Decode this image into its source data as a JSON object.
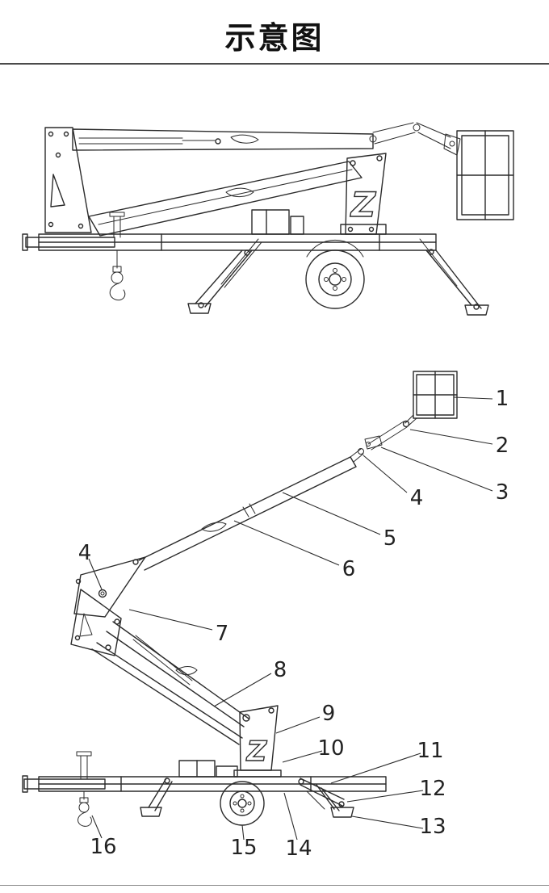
{
  "page": {
    "title": "示意图",
    "logo_letter": "Z"
  },
  "callouts": [
    {
      "label": "1"
    },
    {
      "label": "2"
    },
    {
      "label": "3"
    },
    {
      "label": "4"
    },
    {
      "label": "5"
    },
    {
      "label": "6"
    },
    {
      "label": "4"
    },
    {
      "label": "7"
    },
    {
      "label": "8"
    },
    {
      "label": "9"
    },
    {
      "label": "10"
    },
    {
      "label": "11"
    },
    {
      "label": "12"
    },
    {
      "label": "13"
    },
    {
      "label": "14"
    },
    {
      "label": "15"
    },
    {
      "label": "16"
    }
  ]
}
